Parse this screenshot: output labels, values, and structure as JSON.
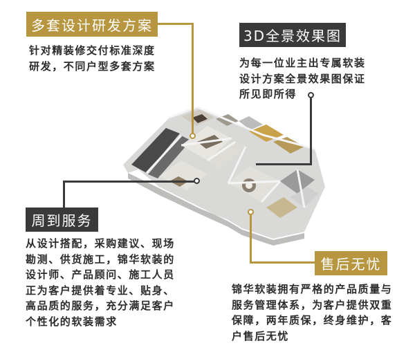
{
  "colors": {
    "gold": "#b8963f",
    "dark": "#3a3a3a",
    "text": "#2b2b2b",
    "background": "#ffffff"
  },
  "features": [
    {
      "id": "design",
      "title": "多套设计研发方案",
      "style": "gold",
      "lines": [
        "针对精装修交付标准深度",
        "研发，不同户型多套方案"
      ]
    },
    {
      "id": "render3d",
      "title": "3D全景效果图",
      "style": "dark",
      "lines": [
        "为每一位业主出专属软装",
        "设计方案全景效果图保证",
        "所见即所得"
      ]
    },
    {
      "id": "service",
      "title": "周到服务",
      "style": "dark",
      "lines": [
        "从设计搭配，采购建议、现场",
        "勘测、供货施工，锦华软装的",
        "设计师、产品顾问、施工人员",
        "正为客户提供着专业、贴身、",
        "高品质的服务，充分满足客户",
        "个性化的软装需求"
      ]
    },
    {
      "id": "aftersales",
      "title": "售后无忧",
      "style": "gold",
      "lines": [
        "锦华软装拥有严格的产品质量与",
        "服务管理体系，为客户提供双重",
        "保障，两年质保，终身维护，客",
        "户售后无忧"
      ]
    }
  ],
  "image": {
    "subject": "3D isometric apartment floor plan render"
  }
}
